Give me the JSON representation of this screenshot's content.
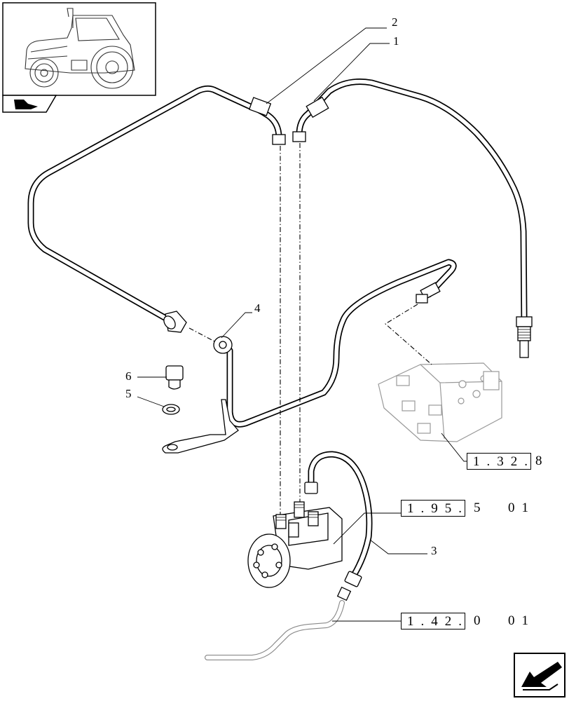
{
  "callouts": {
    "c1": "1",
    "c2": "2",
    "c3": "3",
    "c4": "4",
    "c5": "5",
    "c6": "6"
  },
  "references": [
    {
      "box": "1.32.",
      "suffix": "8"
    },
    {
      "box": "1.95.",
      "suffix": "5  01"
    },
    {
      "box": "1.42.",
      "suffix": "0  01"
    }
  ],
  "icons": {
    "thumbnail": "tractor-thumbnail-icon",
    "section": "section-tab-icon",
    "next": "next-page-arrow-icon"
  },
  "colors": {
    "line": "#000000",
    "ghost": "#9a9a9a",
    "background": "#ffffff"
  }
}
